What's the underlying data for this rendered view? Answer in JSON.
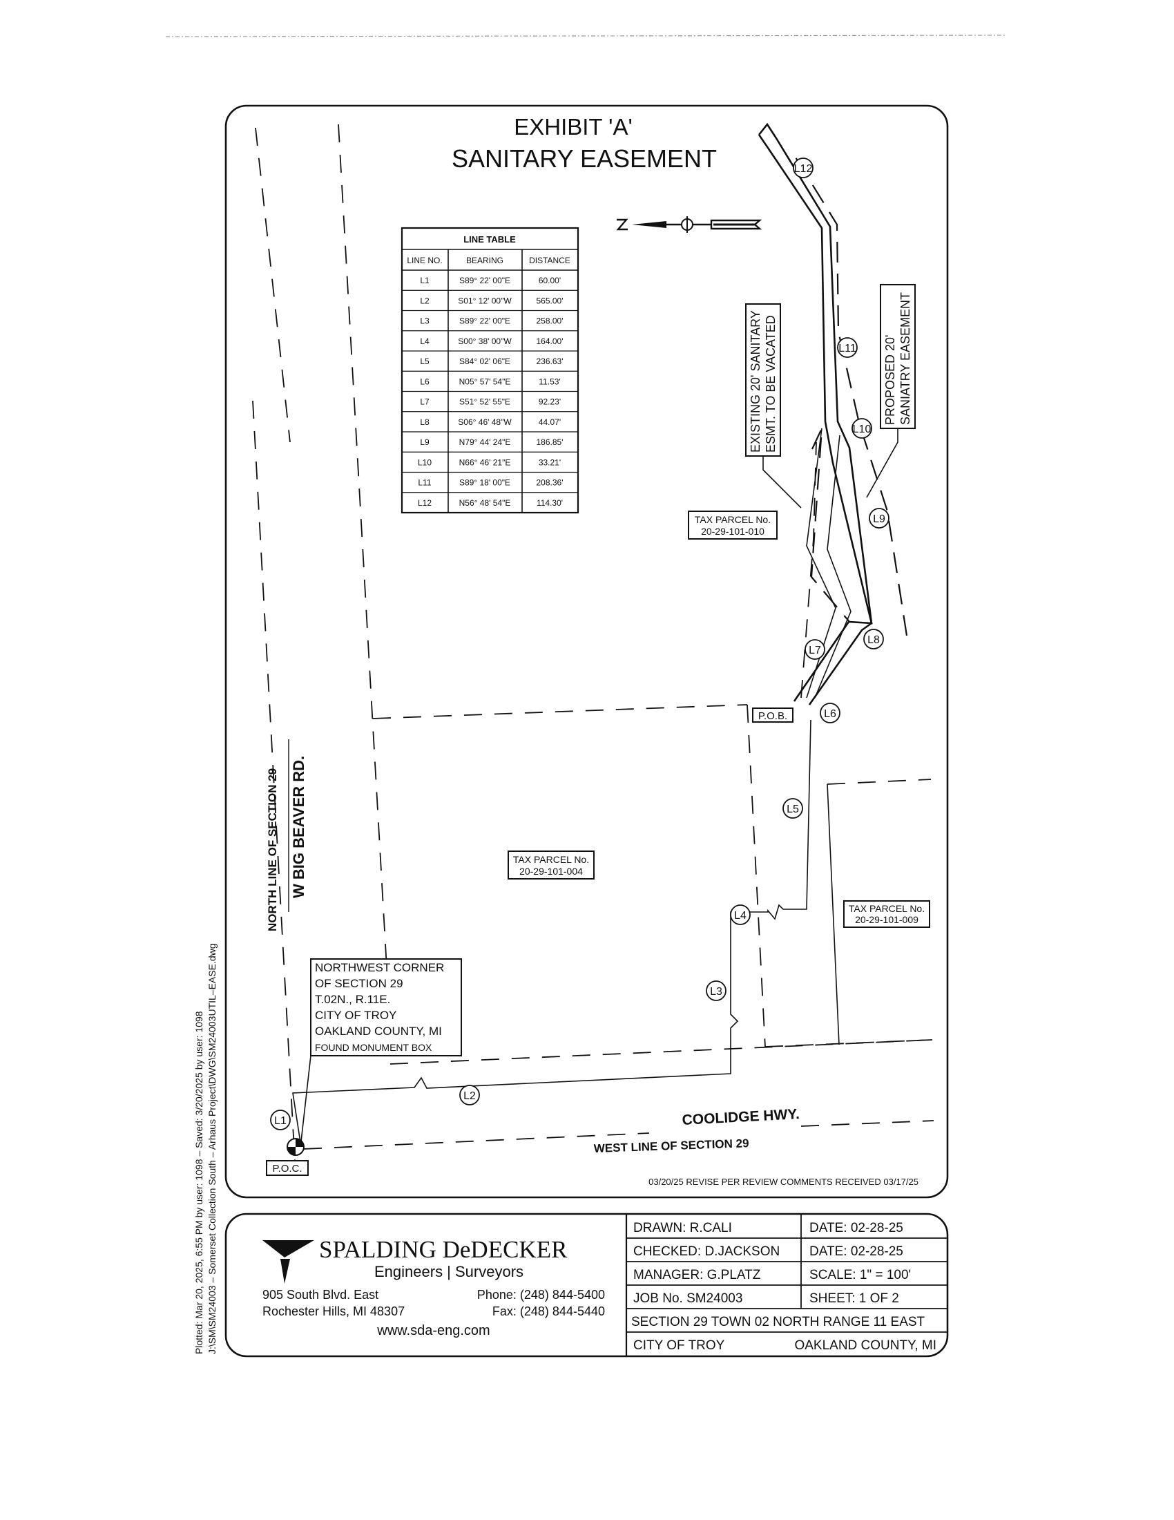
{
  "title": {
    "line1": "EXHIBIT 'A'",
    "line2": "SANITARY EASEMENT"
  },
  "line_table": {
    "title": "LINE TABLE",
    "headers": [
      "LINE NO.",
      "BEARING",
      "DISTANCE"
    ],
    "rows": [
      [
        "L1",
        "S89° 22' 00\"E",
        "60.00'"
      ],
      [
        "L2",
        "S01° 12' 00\"W",
        "565.00'"
      ],
      [
        "L3",
        "S89° 22' 00\"E",
        "258.00'"
      ],
      [
        "L4",
        "S00° 38' 00\"W",
        "164.00'"
      ],
      [
        "L5",
        "S84° 02' 06\"E",
        "236.63'"
      ],
      [
        "L6",
        "N05° 57' 54\"E",
        "11.53'"
      ],
      [
        "L7",
        "S51° 52' 55\"E",
        "92.23'"
      ],
      [
        "L8",
        "S06° 46' 48\"W",
        "44.07'"
      ],
      [
        "L9",
        "N79° 44' 24\"E",
        "186.85'"
      ],
      [
        "L10",
        "N66° 46' 21\"E",
        "33.21'"
      ],
      [
        "L11",
        "S89° 18' 00\"E",
        "208.36'"
      ],
      [
        "L12",
        "N56° 48' 54\"E",
        "114.30'"
      ]
    ]
  },
  "line_labels": [
    "L1",
    "L2",
    "L3",
    "L4",
    "L5",
    "L6",
    "L7",
    "L8",
    "L9",
    "L10",
    "L11",
    "L12"
  ],
  "parcels": {
    "p010": {
      "label": "TAX PARCEL No.",
      "number": "20-29-101-010"
    },
    "p004": {
      "label": "TAX PARCEL No.",
      "number": "20-29-101-004"
    },
    "p009": {
      "label": "TAX PARCEL No.",
      "number": "20-29-101-009"
    }
  },
  "callouts": {
    "existing": {
      "line1": "EXISTING 20' SANITARY",
      "line2": "ESMT. TO BE VACATED"
    },
    "proposed": {
      "line1": "PROPOSED 20'",
      "line2": "SANIATRY EASEMENT"
    }
  },
  "roads": {
    "w_big_beaver": "W BIG BEAVER RD.",
    "north_line": "NORTH LINE OF SECTION 29",
    "coolidge": "COOLIDGE HWY.",
    "west_line": "WEST LINE OF SECTION 29"
  },
  "points": {
    "pob": "P.O.B.",
    "poc": "P.O.C."
  },
  "corner_note": [
    "NORTHWEST CORNER",
    "OF SECTION 29",
    "T.02N., R.11E.",
    "CITY OF TROY",
    "OAKLAND COUNTY, MI",
    "FOUND MONUMENT BOX"
  ],
  "revision": "03/20/25 REVISE PER REVIEW COMMENTS RECEIVED 03/17/25",
  "company": {
    "name": "SPALDING DeDECKER",
    "tagline": "Engineers | Surveyors",
    "address1": "905 South Blvd. East",
    "address2": "Rochester Hills, MI 48307",
    "phone": "Phone: (248) 844-5400",
    "fax": "Fax: (248) 844-5440",
    "web": "www.sda-eng.com"
  },
  "title_block": {
    "drawn": "DRAWN:  R.CALI",
    "date1": "DATE:  02-28-25",
    "checked": "CHECKED:  D.JACKSON",
    "date2": "DATE:  02-28-25",
    "manager": "MANAGER:  G.PLATZ",
    "scale": "SCALE:  1\" = 100'",
    "job": "JOB No.  SM24003",
    "sheet": "SHEET:  1 OF 2",
    "section": "SECTION 29  TOWN 02 NORTH  RANGE 11 EAST",
    "city": "CITY OF TROY",
    "county": "OAKLAND COUNTY,  MI"
  },
  "plot_stamp": {
    "line1": "Plotted: Mar 20, 2025, 6:55 PM by user: 1098  –  Saved: 3/20/2025 by user: 1098",
    "line2": "J:\\SM\\SM24003 – Somerset Collection South – Arhaus Project\\DWG\\SM24003UTIL–EASE.dwg"
  }
}
